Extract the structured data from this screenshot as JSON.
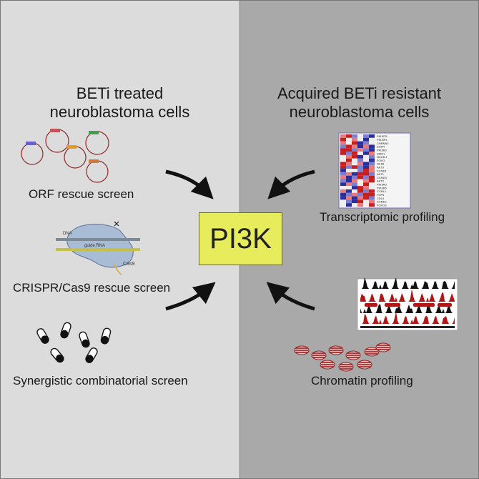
{
  "left_panel": {
    "heading_line1": "BETi treated",
    "heading_line2": "neuroblastoma cells",
    "orf_label": "ORF rescue screen",
    "crispr_label": "CRISPR/Cas9 rescue screen",
    "synergy_label": "Synergistic combinatorial screen",
    "crispr_diagram": {
      "dna_label": "DNA",
      "guide_label": "guide RNA",
      "enzyme_label": "Cas9"
    }
  },
  "right_panel": {
    "heading_line1": "Acquired BETi resistant",
    "heading_line2": "neuroblastoma cells",
    "transcriptomic_label": "Transcriptomic profiling",
    "chromatin_label": "Chromatin profiling",
    "heatmap_genes": [
      "PIK3CD",
      "PIK3IP1",
      "CHRNA3",
      "EGFR",
      "PIK3R3",
      "SMO1",
      "NCL3L1",
      "FOXO",
      "NF1B",
      "AKT3",
      "CCND1",
      "AKT1",
      "CCND3",
      "AKT2",
      "PIK3R3",
      "PIK3R5",
      "CCNL1",
      "FGF5",
      "CD14",
      "CCNE2",
      "FOXO3"
    ]
  },
  "center": {
    "pi3k_label": "PI3K"
  },
  "colors": {
    "left_bg": "#dcdcdc",
    "right_bg": "#a9a9a9",
    "pi3k_fill": "#e6ec5b",
    "heatmap_red": "#c81e1e",
    "heatmap_blue": "#2b2f9e",
    "chromatin_red": "#b01818"
  }
}
